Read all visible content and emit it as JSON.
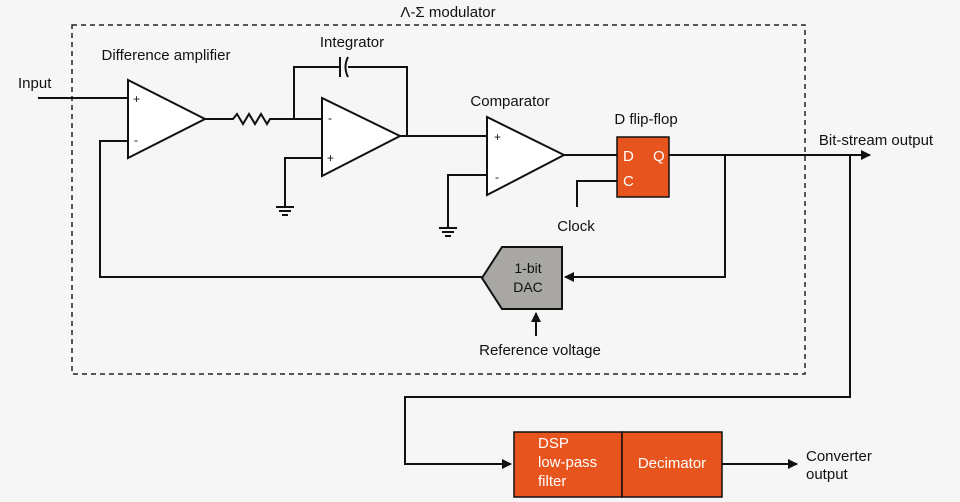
{
  "diagram": {
    "modulator_title": "Λ-Σ modulator",
    "labels": {
      "input": "Input",
      "difference_amplifier": "Difference amplifier",
      "integrator": "Integrator",
      "comparator": "Comparator",
      "d_flip_flop": "D flip-flop",
      "bitstream_output": "Bit-stream output",
      "clock": "Clock",
      "reference_voltage": "Reference voltage",
      "converter_output_line1": "Converter",
      "converter_output_line2": "output"
    },
    "pins": {
      "plus": "+",
      "minus": "-"
    },
    "flipflop": {
      "d": "D",
      "q": "Q",
      "c": "C"
    },
    "dac": {
      "line1": "1-bit",
      "line2": "DAC"
    },
    "dsp": {
      "line1": "DSP",
      "line2": "low-pass",
      "line3": "filter"
    },
    "decimator": "Decimator"
  },
  "colors": {
    "orange": "#e8541e",
    "dac_gray": "#a9a7a3",
    "background": "#f6f6f6"
  }
}
